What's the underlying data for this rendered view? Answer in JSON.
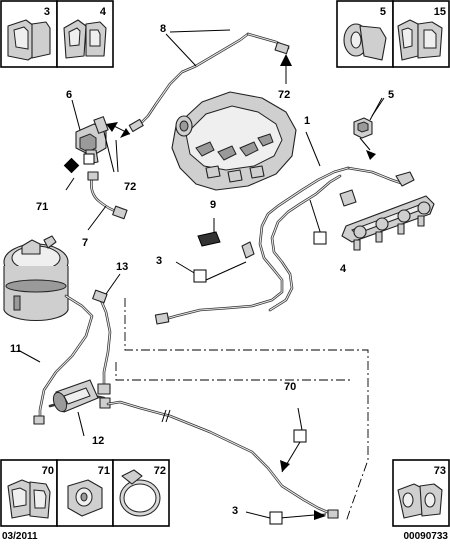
{
  "callouts": {
    "c1": "1",
    "c3a": "3",
    "c3b": "3",
    "c4": "4",
    "c5": "5",
    "c6": "6",
    "c7": "7",
    "c8": "8",
    "c9": "9",
    "c11": "11",
    "c12": "12",
    "c13": "13",
    "c70": "70",
    "c71": "71",
    "c72a": "72",
    "c72b": "72"
  },
  "inset_boxes": {
    "b3": "3",
    "b4": "4",
    "b5": "5",
    "b15": "15",
    "b70": "70",
    "b71": "71",
    "b72": "72",
    "b73": "73"
  },
  "footer": {
    "date": "03/2011",
    "reference": "00090733"
  }
}
